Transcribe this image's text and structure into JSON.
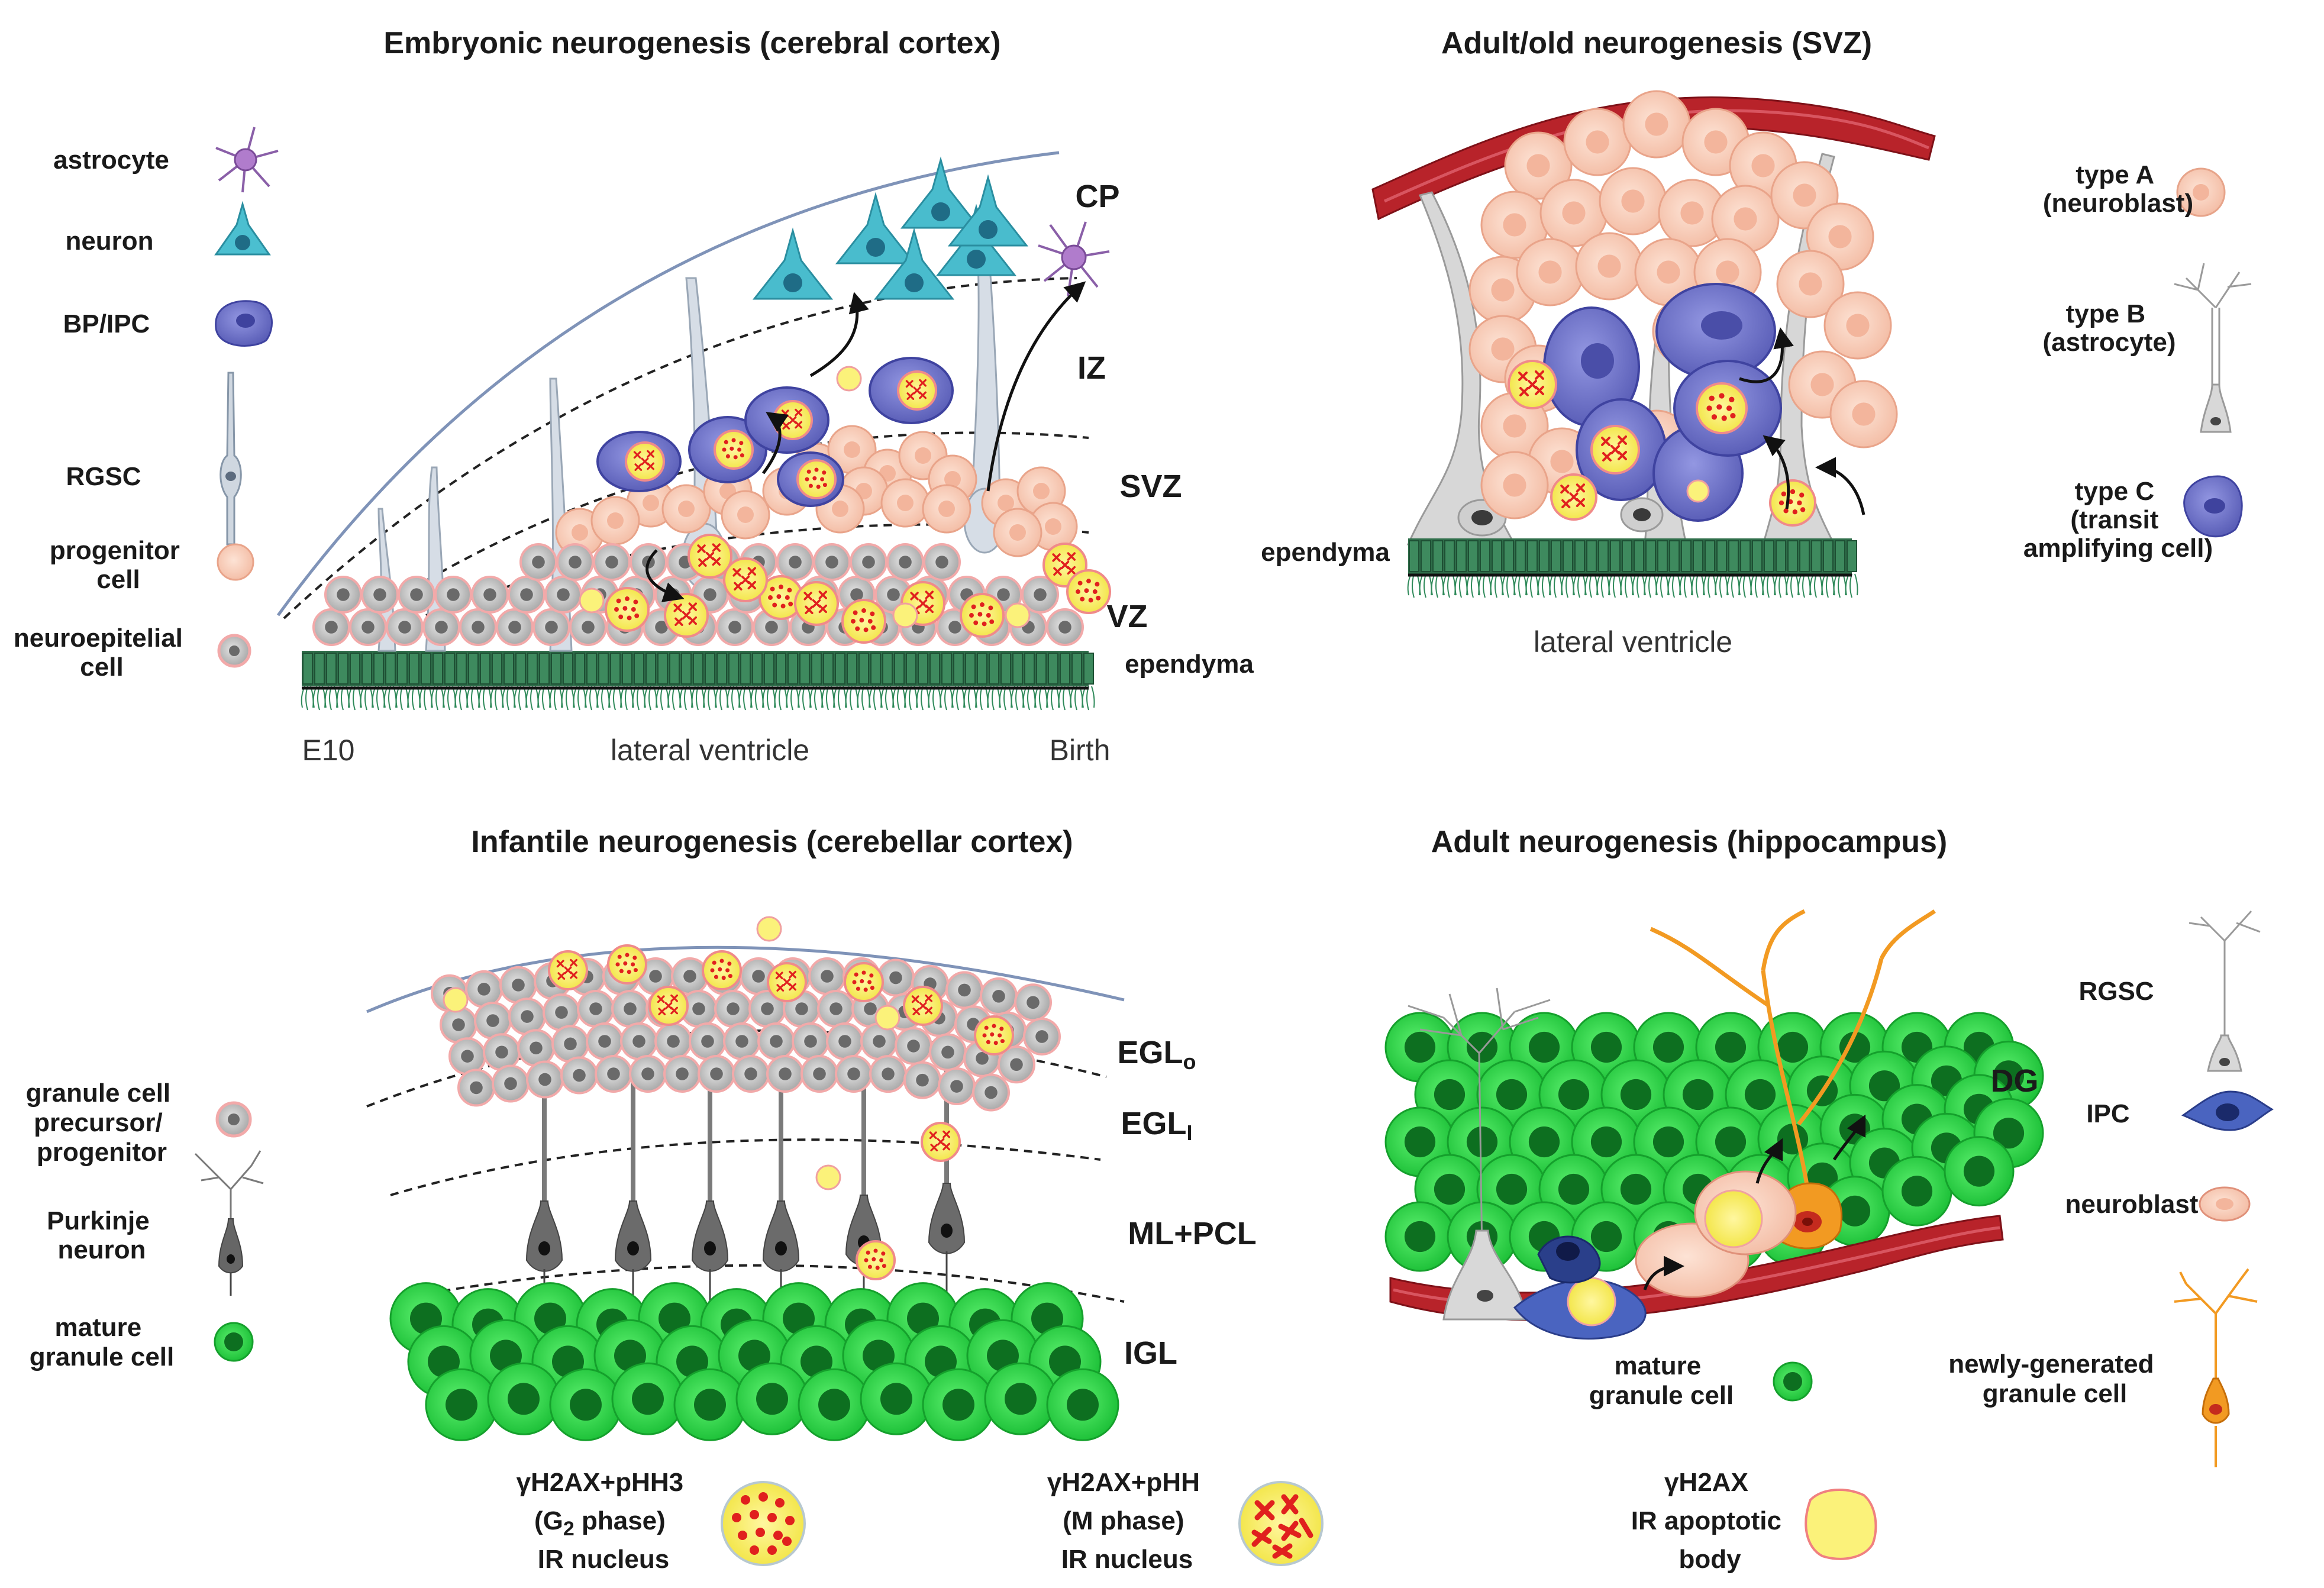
{
  "panels": {
    "embryonic": {
      "title": "Embryonic neurogenesis (cerebral cortex)",
      "zones": [
        "CP",
        "IZ",
        "SVZ",
        "VZ"
      ],
      "ependyma": "ependyma",
      "bottom_left": "E10",
      "bottom_center": "lateral ventricle",
      "bottom_right": "Birth",
      "legend": [
        {
          "lines": [
            "astrocyte"
          ],
          "icon": "astrocyte-icon"
        },
        {
          "lines": [
            "neuron"
          ],
          "icon": "neuron-icon"
        },
        {
          "lines": [
            "BP/IPC"
          ],
          "icon": "ipc-icon"
        },
        {
          "lines": [
            "RGSC"
          ],
          "icon": "rgsc-icon"
        },
        {
          "lines": [
            "progenitor",
            "cell"
          ],
          "icon": "progenitor-icon"
        },
        {
          "lines": [
            "neuroepitelial",
            "cell"
          ],
          "icon": "neuroepithelial-icon"
        }
      ]
    },
    "svz": {
      "title": "Adult/old neurogenesis (SVZ)",
      "ependyma": "ependyma",
      "ventricle": "lateral ventricle",
      "legend": [
        {
          "lines": [
            "type A",
            "(neuroblast)"
          ],
          "icon": "type-a-icon"
        },
        {
          "lines": [
            "type B",
            "(astrocyte)"
          ],
          "icon": "type-b-icon"
        },
        {
          "lines": [
            "type C",
            "(transit",
            "amplifying cell)"
          ],
          "icon": "type-c-icon"
        }
      ]
    },
    "cerebellar": {
      "title": "Infantile neurogenesis (cerebellar cortex)",
      "zones": [
        {
          "main": "EGL",
          "sub": "o"
        },
        {
          "main": "EGL",
          "sub": "I"
        },
        {
          "main": "ML+PCL",
          "sub": ""
        },
        {
          "main": "IGL",
          "sub": ""
        }
      ],
      "legend": [
        {
          "lines": [
            "granule cell",
            "precursor/",
            "progenitor"
          ],
          "icon": "gcp-icon"
        },
        {
          "lines": [
            "Purkinje",
            "neuron"
          ],
          "icon": "purkinje-icon"
        },
        {
          "lines": [
            "mature",
            "granule cell"
          ],
          "icon": "granule-icon"
        }
      ]
    },
    "hippocampus": {
      "title": "Adult neurogenesis (hippocampus)",
      "zone": "DG",
      "legend": [
        {
          "lines": [
            "RGSC"
          ],
          "icon": "rgsc-icon"
        },
        {
          "lines": [
            "IPC"
          ],
          "icon": "ipc-icon"
        },
        {
          "lines": [
            "neuroblast"
          ],
          "icon": "neuroblast-icon"
        },
        {
          "lines": [
            "mature",
            "granule cell"
          ],
          "icon": "granule-icon"
        },
        {
          "lines": [
            "newly-generated",
            "granule cell"
          ],
          "icon": "new-granule-icon"
        }
      ]
    }
  },
  "markers": [
    {
      "line1": "γH2AX+pHH3",
      "line2a": "(G",
      "line2sub": "2",
      "line2b": " phase)",
      "line3": "IR nucleus",
      "icon": "g2-nucleus-icon"
    },
    {
      "line1": "γH2AX+pHH",
      "line2a": "(M phase)",
      "line2sub": "",
      "line2b": "",
      "line3": "IR nucleus",
      "icon": "m-nucleus-icon"
    },
    {
      "line1": "γH2AX",
      "line2a": "IR apoptotic",
      "line2sub": "",
      "line2b": "",
      "line3": "body",
      "icon": "apoptotic-body-icon"
    }
  ],
  "colors": {
    "neuron": "#3fb6c8",
    "ipc": "#6b6fc2",
    "progenitor": "#f7c9b4",
    "granule": "#2fd44a",
    "vessel": "#b8232a",
    "ependyma": "#2f6e4a",
    "nucleus_yellow": "#f9f06a",
    "marker_red": "#e0201e",
    "new_granule": "#f29a22"
  }
}
